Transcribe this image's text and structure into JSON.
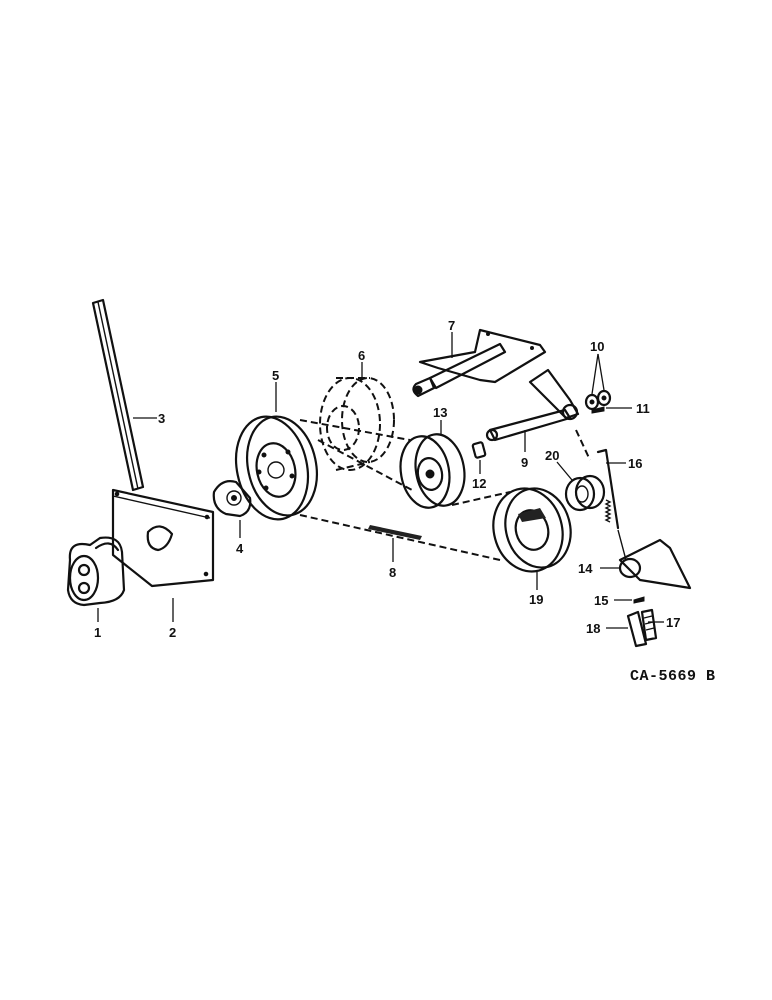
{
  "reference_code": "CA-5669 B",
  "callouts": [
    {
      "id": "1",
      "label": "1"
    },
    {
      "id": "2",
      "label": "2"
    },
    {
      "id": "3",
      "label": "3"
    },
    {
      "id": "4",
      "label": "4"
    },
    {
      "id": "5",
      "label": "5"
    },
    {
      "id": "6",
      "label": "6"
    },
    {
      "id": "7",
      "label": "7"
    },
    {
      "id": "8",
      "label": "8"
    },
    {
      "id": "9",
      "label": "9"
    },
    {
      "id": "10",
      "label": "10"
    },
    {
      "id": "11",
      "label": "11"
    },
    {
      "id": "12",
      "label": "12"
    },
    {
      "id": "13",
      "label": "13"
    },
    {
      "id": "14",
      "label": "14"
    },
    {
      "id": "15",
      "label": "15"
    },
    {
      "id": "16",
      "label": "16"
    },
    {
      "id": "17",
      "label": "17"
    },
    {
      "id": "18",
      "label": "18"
    },
    {
      "id": "19",
      "label": "19"
    },
    {
      "id": "20",
      "label": "20"
    }
  ]
}
